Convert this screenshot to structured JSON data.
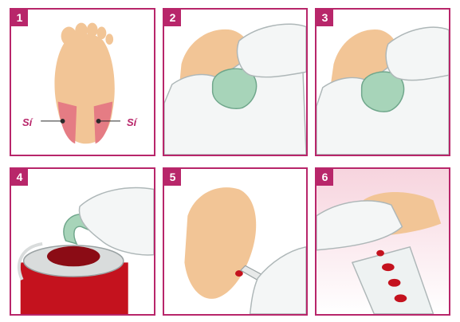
{
  "panels": [
    {
      "number": "1",
      "labels": {
        "left": "Sí",
        "right": "Sí"
      }
    },
    {
      "number": "2"
    },
    {
      "number": "3"
    },
    {
      "number": "4"
    },
    {
      "number": "5"
    },
    {
      "number": "6"
    }
  ],
  "colors": {
    "frame": "#b8266a",
    "skin": "#f2c596",
    "glove": "#f4f6f6",
    "glove_outline": "#aeb7b8",
    "heel_zone": "#e57c84",
    "green_device": "#a7d4b9",
    "blood": "#c4121e",
    "container_red": "#c4121e"
  },
  "icons": [
    "foot",
    "gloved-hand",
    "warming-pack",
    "lancet",
    "sharps-container",
    "blood-spot-card"
  ]
}
